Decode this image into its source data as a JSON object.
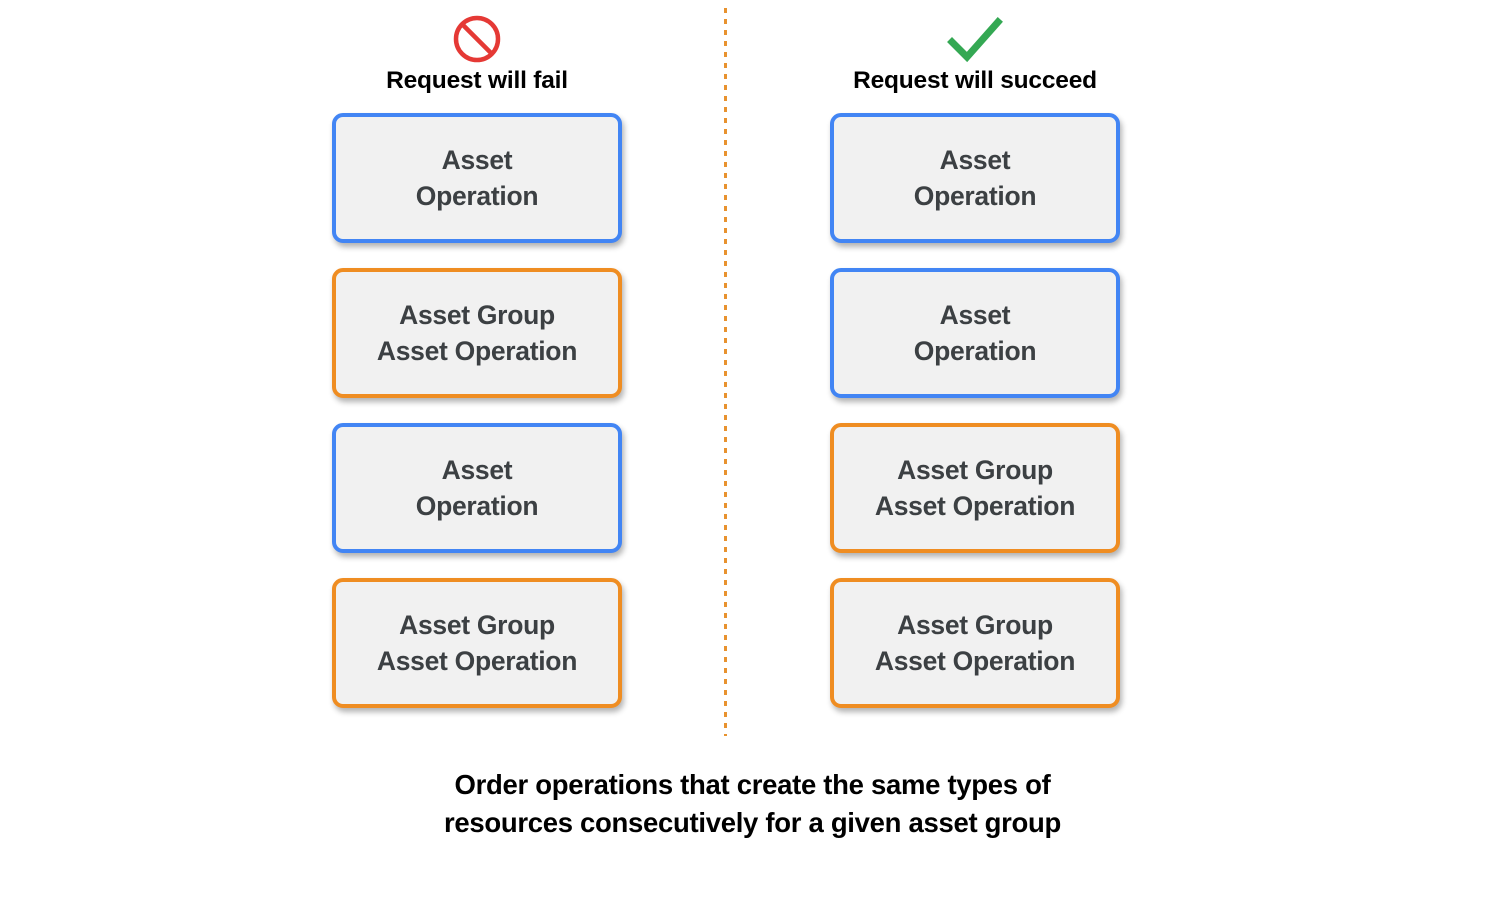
{
  "colors": {
    "blue": "#4285f4",
    "orange": "#ef8d22",
    "card_fill": "#f1f1f1",
    "card_text": "#3c4043",
    "fail_icon": "#e53935",
    "succeed_icon": "#34a853",
    "divider": "#e8922e",
    "background": "#ffffff"
  },
  "columns": [
    {
      "id": "fail",
      "icon": "prohibition-icon",
      "header_label": "Request will fail",
      "cards": [
        {
          "kind": "blue",
          "label": "Asset\nOperation"
        },
        {
          "kind": "orange",
          "label": "Asset Group\nAsset Operation"
        },
        {
          "kind": "blue",
          "label": "Asset\nOperation"
        },
        {
          "kind": "orange",
          "label": "Asset Group\nAsset Operation"
        }
      ]
    },
    {
      "id": "succeed",
      "icon": "checkmark-icon",
      "header_label": "Request will succeed",
      "cards": [
        {
          "kind": "blue",
          "label": "Asset\nOperation"
        },
        {
          "kind": "blue",
          "label": "Asset\nOperation"
        },
        {
          "kind": "orange",
          "label": "Asset Group\nAsset Operation"
        },
        {
          "kind": "orange",
          "label": "Asset Group\nAsset Operation"
        }
      ]
    }
  ],
  "caption": "Order operations that create the same types of\nresources consecutively for a given asset group"
}
